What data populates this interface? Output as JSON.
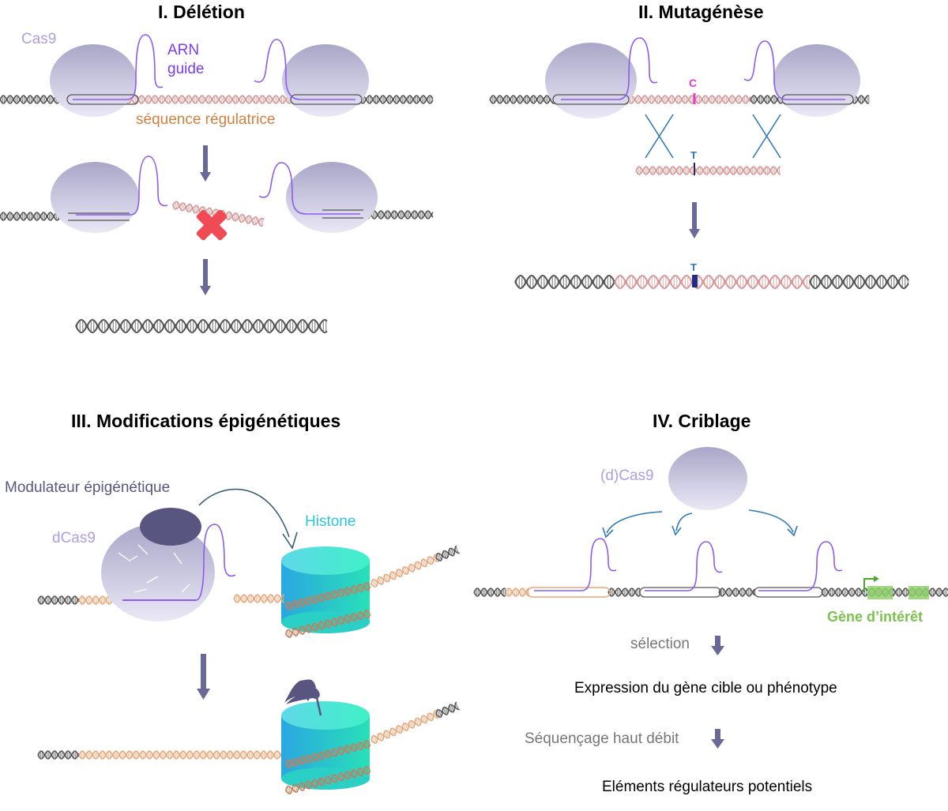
{
  "panels": {
    "deletion": {
      "title": "I. Délétion",
      "cas9": "Cas9",
      "guide_line1": "ARN",
      "guide_line2": "guide",
      "regulatory_sequence": "séquence régulatrice"
    },
    "mutagenesis": {
      "title": "II. Mutagénèse",
      "base_before": "C",
      "base_template": "T",
      "base_after": "T"
    },
    "epigenetic": {
      "title": "III. Modifications épigénétiques",
      "modulator": "Modulateur épigénétique",
      "dcas9": "dCas9",
      "histone": "Histone"
    },
    "screening": {
      "title": "IV. Criblage",
      "cas9": "(d)Cas9",
      "gene_of_interest": "Gène d’intérêt",
      "selection": "sélection",
      "expression": "Expression du gène cible ou phénotype",
      "sequencing": "Séquençage haut débit",
      "regulatory_elements": "Eléments régulateurs potentiels"
    }
  },
  "colors": {
    "cas9_fill": "#b9b6d6",
    "guide_rna": "#8a5cf0",
    "label_purple": "#b09ee0",
    "dna_grey": "#555555",
    "dna_pink": "#d49898",
    "dna_orange": "#e8a87c",
    "arrow": "#6a6897",
    "histone": "#2cc7d8",
    "green": "#7cc24e",
    "magenta": "#e040c8",
    "blue": "#2f7ab4",
    "delete_cross": "#f04a55"
  }
}
